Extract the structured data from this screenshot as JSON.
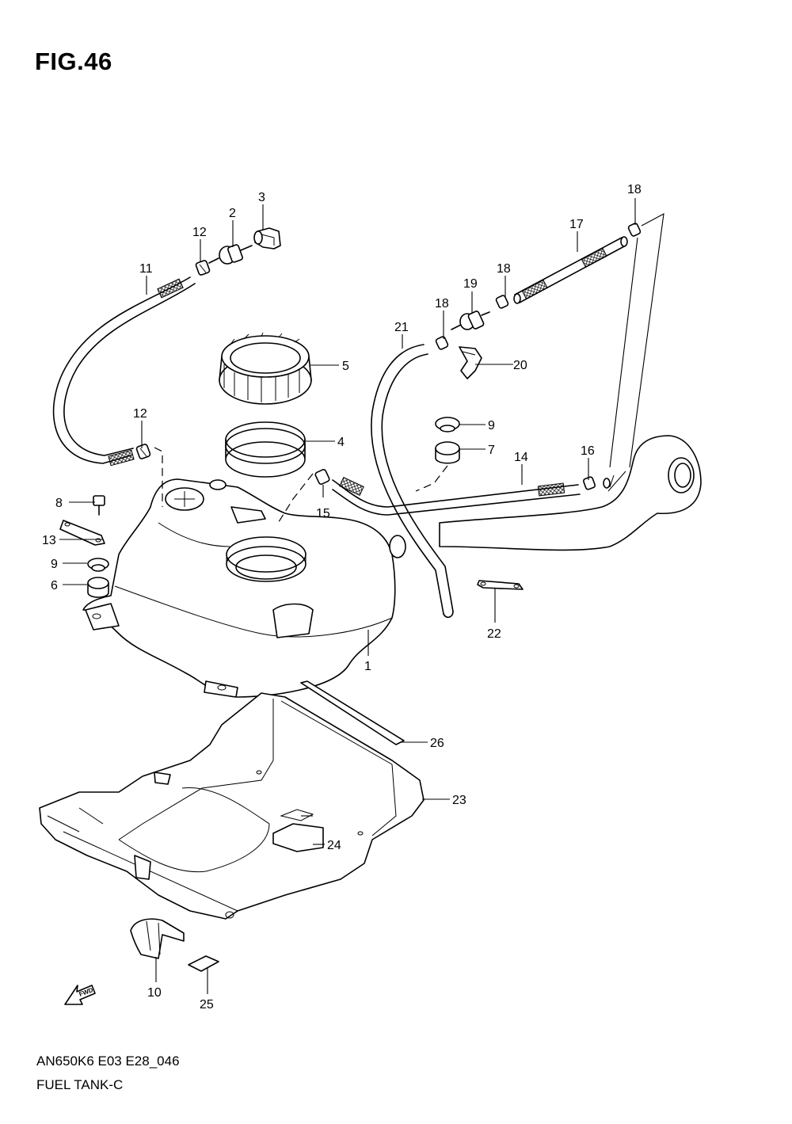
{
  "figure": {
    "title": "FIG.46",
    "footer_code": "AN650K6 E03 E28_046",
    "footer_name": "FUEL TANK-C",
    "fwd_label": "FWD"
  },
  "callouts": {
    "c1": "1",
    "c2": "2",
    "c3": "3",
    "c4": "4",
    "c5": "5",
    "c6": "6",
    "c7": "7",
    "c8": "8",
    "c9a": "9",
    "c9b": "9",
    "c10": "10",
    "c11": "11",
    "c12a": "12",
    "c12b": "12",
    "c13": "13",
    "c14": "14",
    "c15": "15",
    "c16": "16",
    "c17": "17",
    "c18a": "18",
    "c18b": "18",
    "c18c": "18",
    "c19": "19",
    "c20": "20",
    "c21": "21",
    "c22": "22",
    "c23": "23",
    "c24": "24",
    "c25": "25",
    "c26": "26"
  }
}
